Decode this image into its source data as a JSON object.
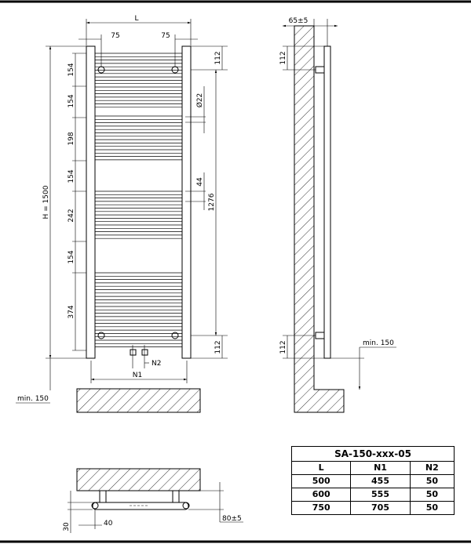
{
  "front_view": {
    "width_label": "L",
    "height_label": "H = 1500",
    "axis_offset_left": "75",
    "axis_offset_right": "75",
    "top_offset": "112",
    "bottom_offset": "112",
    "section_labels": [
      "154",
      "154",
      "198",
      "154",
      "242",
      "154",
      "374"
    ],
    "tube_diameter": "Ø22",
    "gap_label": "44",
    "inner_height": "1276",
    "n1_label": "N1",
    "n2_label": "N2",
    "floor_clearance": "min. 150"
  },
  "side_view": {
    "depth_label": "65±5",
    "top_offset": "112",
    "bottom_offset": "112",
    "floor_clearance": "min. 150"
  },
  "plan_view": {
    "depth_label": "80±5",
    "height_label": "30",
    "width_label": "40"
  },
  "spec_table": {
    "title": "SA-150-xxx-05",
    "headers": [
      "L",
      "N1",
      "N2"
    ],
    "rows": [
      [
        "500",
        "455",
        "50"
      ],
      [
        "600",
        "555",
        "50"
      ],
      [
        "750",
        "705",
        "50"
      ]
    ]
  }
}
